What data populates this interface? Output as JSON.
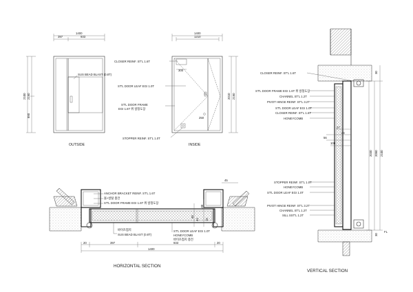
{
  "outside": {
    "dims": {
      "total": "1400",
      "left": "397",
      "right": "933",
      "h1": "2100",
      "h2": "2150",
      "h3": "890"
    },
    "callout_glass": "SUS BEAD BLAST (0.8T)",
    "label": "OUTSIDE"
  },
  "inside": {
    "dims": {
      "total": "1400",
      "inner": "1210",
      "h1": "2010",
      "h2": "2150",
      "closer_w": "300",
      "stopper": "250"
    },
    "callout_closer": "CLOSER REINF. ST'L 1.6T",
    "callout_leaf": "ST'L DOOR LEAF EGI 1.0T",
    "callout_frame_1": "ST'L DOOR FRAME",
    "callout_frame_2": "EGI 1.6T 위 방청도장",
    "callout_stopper": "STOPPER REINF. ST'L 1.0T",
    "label": "INSIDE"
  },
  "horizontal": {
    "callout_anchor": "ANCHOR BRACKET REINF. ST'L 1.6T",
    "callout_fill": "몰+방탈 충전",
    "callout_frame": "ST'L DOOR FRAME EGI 1.6T 위 방청도장",
    "callout_bottom_1": "바이즈접지",
    "callout_bottom_2": "SUS BEAD BLAST (0.8T)",
    "callout_leaf": "ST'L DOOR LEAF EGI 1.0T",
    "callout_honey": "HONEYCOMB",
    "callout_fill2": "바이즈접지 충전",
    "dims": {
      "top_right": "45",
      "d1": "20",
      "d2": "397",
      "d3": "933",
      "d4": "20",
      "total": "1400",
      "v1": "60",
      "v2": "100",
      "v3": "44",
      "v4": "10"
    },
    "label": "HORIZONTAL SECTION"
  },
  "vertical": {
    "callout_closer": "CLOSER REINF. ST'L 1.6T",
    "callout_frame": "ST'L DOOR FRAME EGI 1.6T 위 방청도장",
    "callout_channel": "CHANNEL ST'L 1.2T",
    "callout_pivot": "PIVOT HINGE REINF. ST'L 3.2T",
    "callout_leaf": "ST'L DOOR LEAF EGI 1.0T",
    "callout_closer2": "CLOSER REINF. ST'L 1.6T",
    "callout_honey": "HONEYCOMB",
    "callout_stopper": "STOPPER REINF. ST'L 1.0T",
    "callout_honey2": "HONEYCOMB",
    "callout_leaf2": "ST'L DOOR LEAF EGI 1.0T",
    "callout_pivot2": "PIVOT HINGE REINF. ST'L 3.2T",
    "callout_channel2": "CHANNEL ST'L 1.2T",
    "callout_sill": "SILL SST'L 1.2T",
    "dims": {
      "top": "30",
      "a": "27",
      "b": "44",
      "c": "56",
      "d": "100",
      "h1": "2030",
      "h2": "2050",
      "h3": "2100",
      "bottom": "30",
      "fl": "FL"
    },
    "label": "VERTICAL SECTION"
  }
}
